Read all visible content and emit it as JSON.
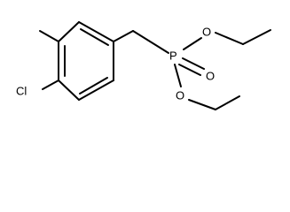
{
  "molecule": {
    "atoms": {
      "chlorine": "Cl",
      "phosphorus": "P",
      "oxygen_double": "O",
      "oxygen_ester_upper": "O",
      "oxygen_ester_lower": "O"
    }
  }
}
